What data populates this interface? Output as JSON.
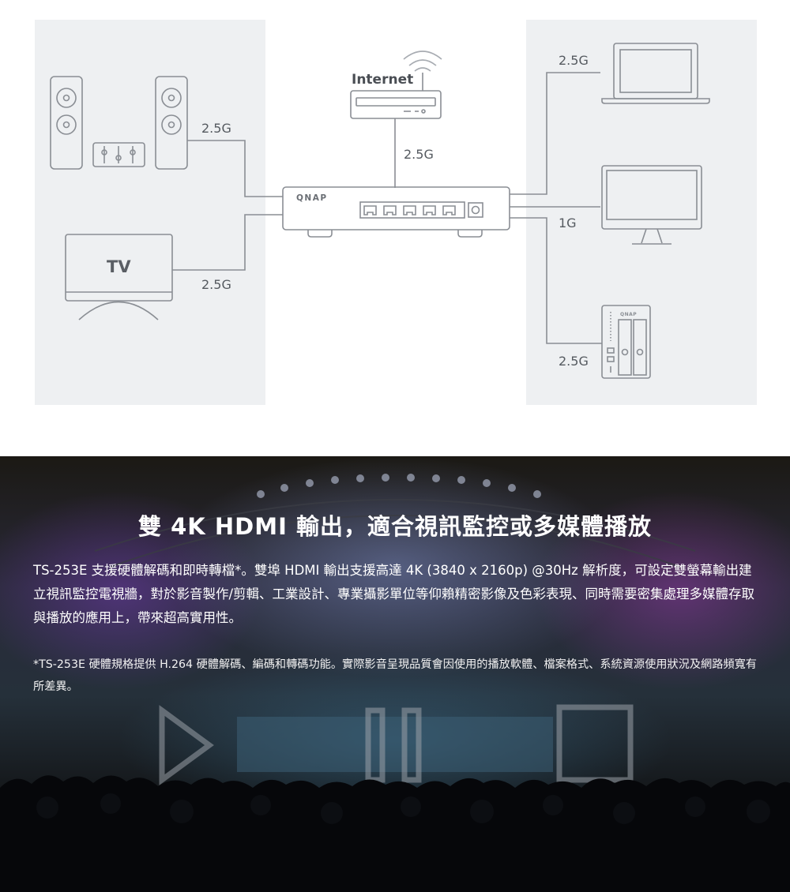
{
  "diagram": {
    "internet_label": "Internet",
    "switch_brand": "QNAP",
    "nas_brand": "QNAP",
    "tv_label": "TV",
    "speeds": {
      "speaker": "2.5G",
      "tv": "2.5G",
      "router": "2.5G",
      "laptop": "2.5G",
      "monitor": "1G",
      "nas": "2.5G"
    },
    "colors": {
      "panel": "#eef0f2",
      "line": "#8a8e94",
      "text": "#555a60"
    }
  },
  "promo": {
    "headline": "雙 4K HDMI 輸出，適合視訊監控或多媒體播放",
    "para1": "TS-253E 支援硬體解碼和即時轉檔*。雙埠 HDMI 輸出支援高達 4K (3840 x 2160p) @30Hz 解析度，可設定雙螢幕輸出建立視訊監控電視牆，對於影音製作/剪輯、工業設計、專業攝影單位等仰賴精密影像及色彩表現、同時需要密集處理多媒體存取與播放的應用上，帶來超高實用性。",
    "para2": "*TS-253E 硬體規格提供 H.264 硬體解碼、編碼和轉碼功能。實際影音呈現品質會因使用的播放軟體、檔案格式、系統資源使用狀況及網路頻寬有所差異。"
  }
}
